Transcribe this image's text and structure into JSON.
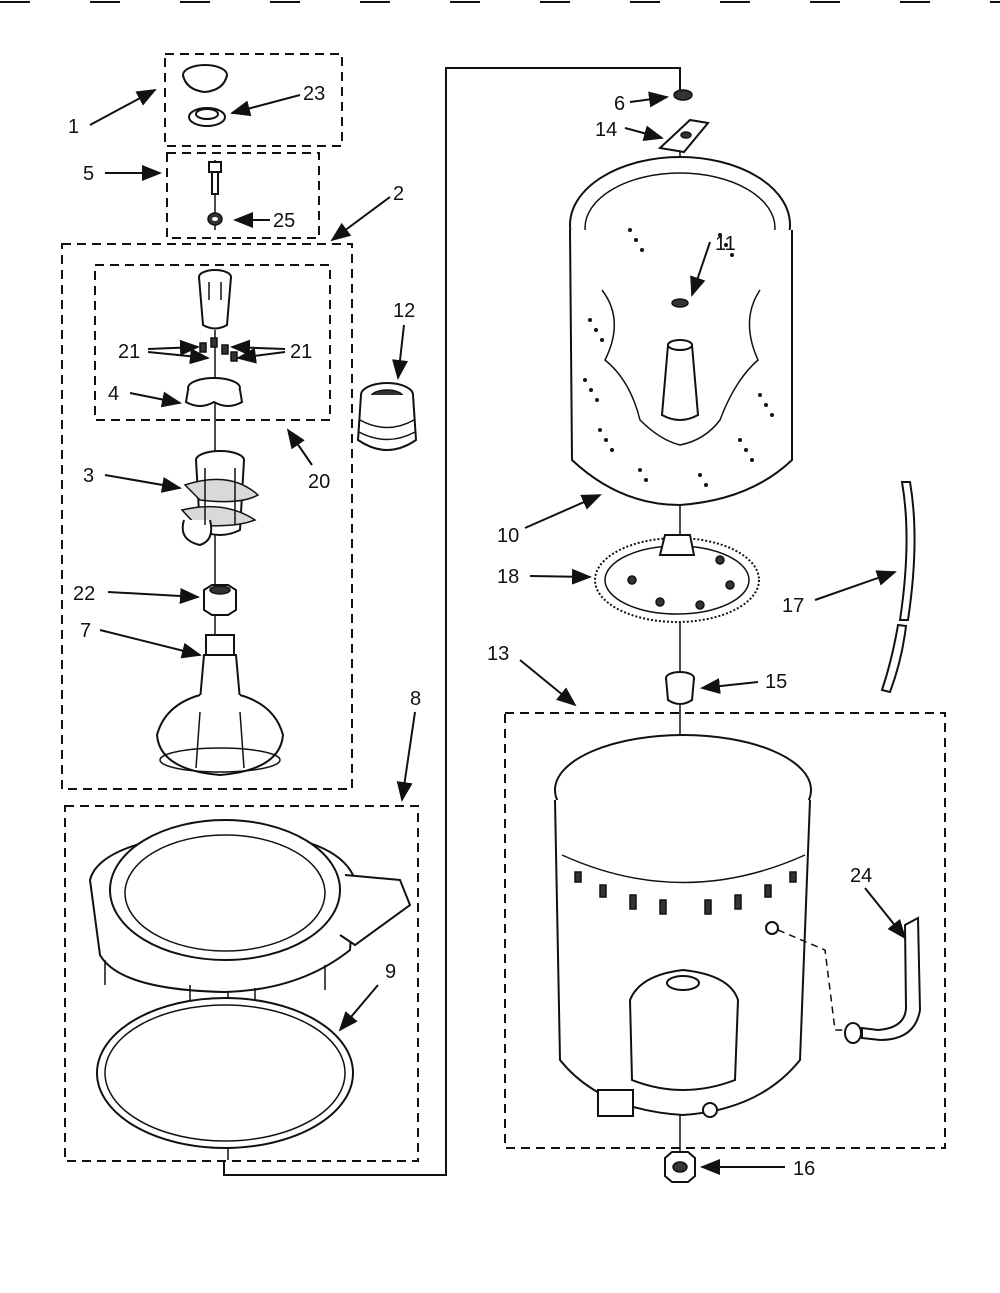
{
  "callouts": {
    "c1": "1",
    "c2": "2",
    "c3": "3",
    "c4": "4",
    "c5": "5",
    "c6": "6",
    "c7": "7",
    "c8": "8",
    "c9": "9",
    "c10": "10",
    "c11": "11",
    "c12": "12",
    "c13": "13",
    "c14": "14",
    "c15": "15",
    "c16": "16",
    "c17": "17",
    "c18": "18",
    "c20": "20",
    "c21a": "21",
    "c21b": "21",
    "c22": "22",
    "c23": "23",
    "c24": "24",
    "c25": "25"
  }
}
